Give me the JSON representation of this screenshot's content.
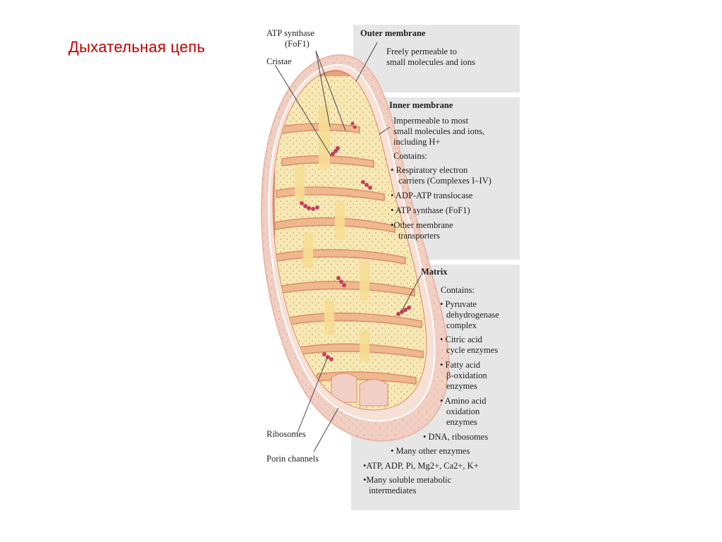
{
  "slide": {
    "title": "Дыхательная цепь"
  },
  "labels": {
    "atp_synthase_line1": "ATP synthase",
    "atp_synthase_line2": "(FoF1)",
    "cristae": "Cristae",
    "ribosomes": "Ribosomes",
    "porin_channels": "Porin channels"
  },
  "outer_membrane": {
    "title": "Outer membrane",
    "line1": "Freely permeable to",
    "line2": "small molecules and ions"
  },
  "inner_membrane": {
    "title": "Inner membrane",
    "line1": "Impermeable to most",
    "line2": "small molecules and ions,",
    "line3": "including H+",
    "contains": "Contains:",
    "items": [
      "• Respiratory electron",
      "carriers (Complexes I–IV)",
      "• ADP-ATP translocase",
      "• ATP synthase (FoF1)",
      "•Other membrane",
      "transporters"
    ]
  },
  "matrix": {
    "title": "Matrix",
    "contains": "Contains:",
    "items": [
      "• Pyruvate",
      "dehydrogenase",
      "complex",
      "• Citric acid",
      "cycle enzymes",
      "• Fatty acid",
      "β-oxidation",
      "enzymes",
      "• Amino acid",
      "oxidation",
      "enzymes",
      "• DNA, ribosomes",
      "• Many other enzymes",
      "•ATP, ADP, Pi, Mg2+, Ca2+, K+",
      "•Many soluble metabolic",
      "intermediates"
    ]
  },
  "colors": {
    "title_red": "#c00000",
    "panel_gray": "#e6e6e7",
    "outer_membrane_pink": "#f2cfc3",
    "inner_membrane_orange": "#e8a27d",
    "matrix_yellow": "#f8e8b4"
  }
}
